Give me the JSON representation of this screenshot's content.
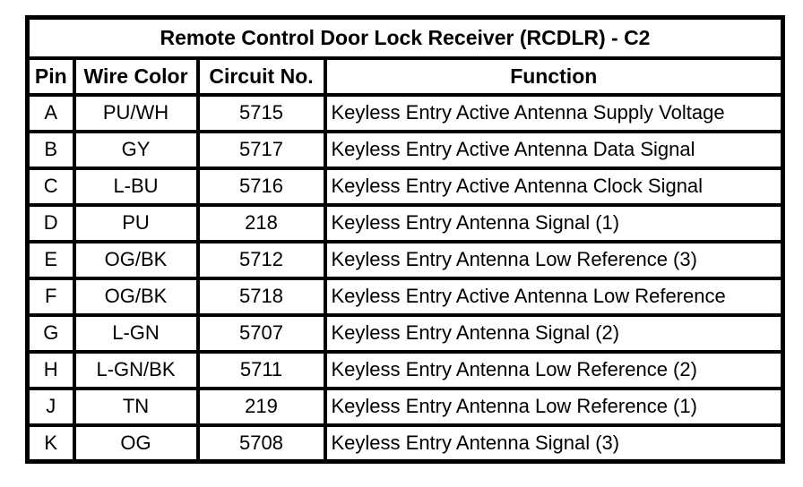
{
  "colors": {
    "background": "#ffffff",
    "border": "#000000",
    "text": "#000000"
  },
  "table": {
    "title": "Remote Control Door Lock Receiver (RCDLR) - C2",
    "columns": [
      "Pin",
      "Wire Color",
      "Circuit No.",
      "Function"
    ],
    "rows": [
      {
        "pin": "A",
        "wire_color": "PU/WH",
        "circuit_no": "5715",
        "function": "Keyless Entry Active Antenna Supply Voltage"
      },
      {
        "pin": "B",
        "wire_color": "GY",
        "circuit_no": "5717",
        "function": "Keyless Entry Active Antenna Data Signal"
      },
      {
        "pin": "C",
        "wire_color": "L-BU",
        "circuit_no": "5716",
        "function": "Keyless Entry Active Antenna Clock Signal"
      },
      {
        "pin": "D",
        "wire_color": "PU",
        "circuit_no": "218",
        "function": "Keyless Entry Antenna Signal (1)"
      },
      {
        "pin": "E",
        "wire_color": "OG/BK",
        "circuit_no": "5712",
        "function": "Keyless Entry Antenna Low Reference (3)"
      },
      {
        "pin": "F",
        "wire_color": "OG/BK",
        "circuit_no": "5718",
        "function": "Keyless Entry Active Antenna Low Reference"
      },
      {
        "pin": "G",
        "wire_color": "L-GN",
        "circuit_no": "5707",
        "function": "Keyless Entry Antenna Signal (2)"
      },
      {
        "pin": "H",
        "wire_color": "L-GN/BK",
        "circuit_no": "5711",
        "function": "Keyless Entry Antenna Low Reference (2)"
      },
      {
        "pin": "J",
        "wire_color": "TN",
        "circuit_no": "219",
        "function": "Keyless Entry Antenna Low Reference (1)"
      },
      {
        "pin": "K",
        "wire_color": "OG",
        "circuit_no": "5708",
        "function": "Keyless Entry Antenna Signal (3)"
      }
    ]
  }
}
